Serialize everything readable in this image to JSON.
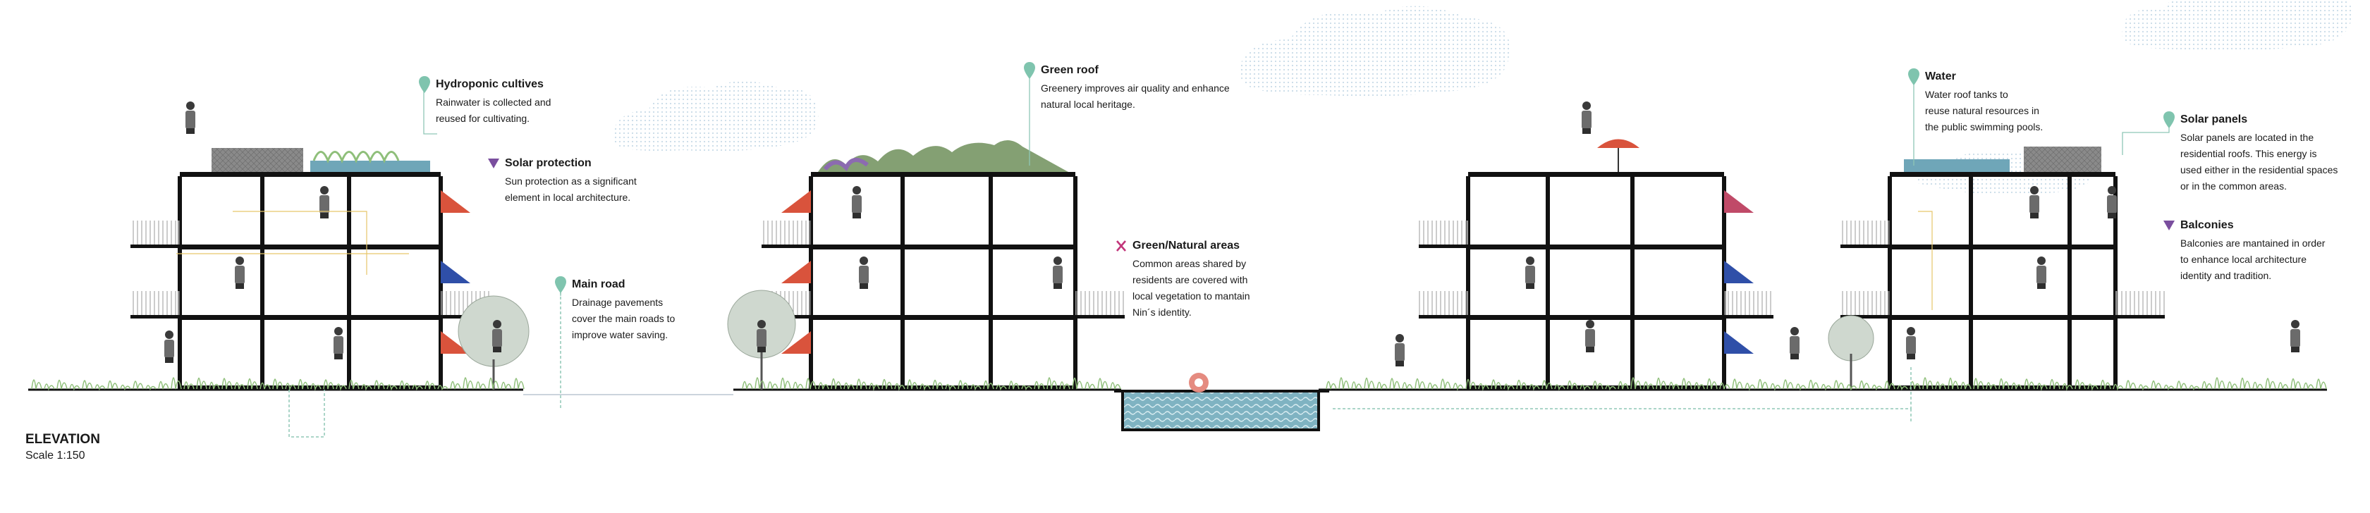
{
  "drawing": {
    "title": "ELEVATION",
    "scale": "Scale 1:150"
  },
  "annotations": [
    {
      "icon": "pin-icon",
      "color": "#7fc4ae",
      "title": "Hydroponic cultives",
      "body": "Rainwater is collected and\nreused for cultivating."
    },
    {
      "icon": "triangle-icon",
      "color": "#7a4e9e",
      "title": "Solar protection",
      "body": "Sun protection as a significant\nelement in local architecture."
    },
    {
      "icon": "pin-icon",
      "color": "#7fc4ae",
      "title": "Main road",
      "body": "Drainage pavements\ncover the main roads to\nimprove water saving."
    },
    {
      "icon": "pin-icon",
      "color": "#7fc4ae",
      "title": "Green roof",
      "body": "Greenery improves air quality and enhance\nnatural local heritage."
    },
    {
      "icon": "cross-icon",
      "color": "#c2357a",
      "title": "Green/Natural areas",
      "body": "Common areas shared by\nresidents are covered with\nlocal vegetation to mantain\nNin´s identity."
    },
    {
      "icon": "pin-icon",
      "color": "#7fc4ae",
      "title": "Water",
      "body": "Water roof tanks to\nreuse natural resources in\nthe public swimming pools."
    },
    {
      "icon": "pin-icon",
      "color": "#7fc4ae",
      "title": "Solar panels",
      "body": "Solar panels are located in the\nresidential roofs. This energy is\nused either in the residential spaces\nor in the common areas."
    },
    {
      "icon": "triangle-icon",
      "color": "#7a4e9e",
      "title": "Balconies",
      "body": "Balconies are mantained in order\nto enhance local architecture\nidentity and tradition."
    }
  ],
  "colors": {
    "structure": "#111111",
    "awning_red": "#d9533c",
    "awning_blue": "#2f4fa8",
    "awning_pink": "#c04a68",
    "pool": "#6fa6b8",
    "vegetation": "#8fbf7a",
    "cloud": "#e3edf5",
    "leader": "#8fc7b6"
  }
}
